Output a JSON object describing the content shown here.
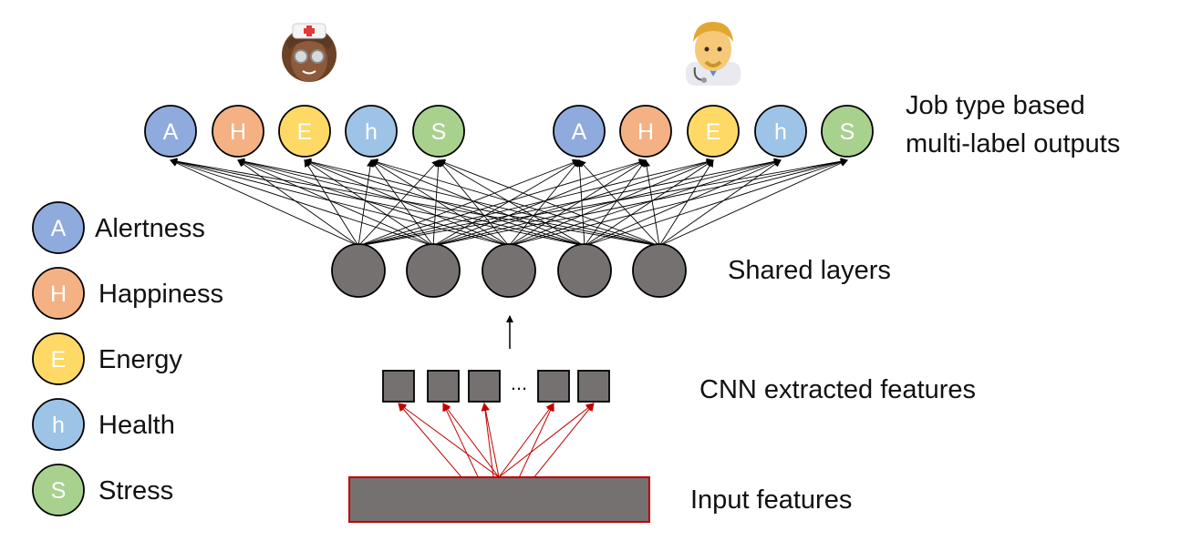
{
  "labels": {
    "job_outputs_line1": "Job type based",
    "job_outputs_line2": "multi-label outputs",
    "shared_layers": "Shared layers",
    "cnn_features": "CNN extracted features",
    "input_features": "Input features",
    "ellipsis": "..."
  },
  "output_groups": [
    {
      "avatar_icon": "nurse-avatar-icon",
      "nodes": [
        {
          "letter": "A",
          "color": "#8FAADC"
        },
        {
          "letter": "H",
          "color": "#F4B183"
        },
        {
          "letter": "E",
          "color": "#FFD966"
        },
        {
          "letter": "h",
          "color": "#9DC3E6"
        },
        {
          "letter": "S",
          "color": "#A9D18E"
        }
      ]
    },
    {
      "avatar_icon": "doctor-avatar-icon",
      "nodes": [
        {
          "letter": "A",
          "color": "#8FAADC"
        },
        {
          "letter": "H",
          "color": "#F4B183"
        },
        {
          "letter": "E",
          "color": "#FFD966"
        },
        {
          "letter": "h",
          "color": "#9DC3E6"
        },
        {
          "letter": "S",
          "color": "#A9D18E"
        }
      ]
    }
  ],
  "legend": [
    {
      "letter": "A",
      "label": "Alertness",
      "color": "#8FAADC"
    },
    {
      "letter": "H",
      "label": "Happiness",
      "color": "#F4B183"
    },
    {
      "letter": "E",
      "label": "Energy",
      "color": "#FFD966"
    },
    {
      "letter": "h",
      "label": "Health",
      "color": "#9DC3E6"
    },
    {
      "letter": "S",
      "label": "Stress",
      "color": "#A9D18E"
    }
  ],
  "colors": {
    "shared_node": "#767171",
    "feature_box": "#767171",
    "input_border": "#C00000",
    "red_arrow": "#C00000",
    "connection": "#000000"
  }
}
